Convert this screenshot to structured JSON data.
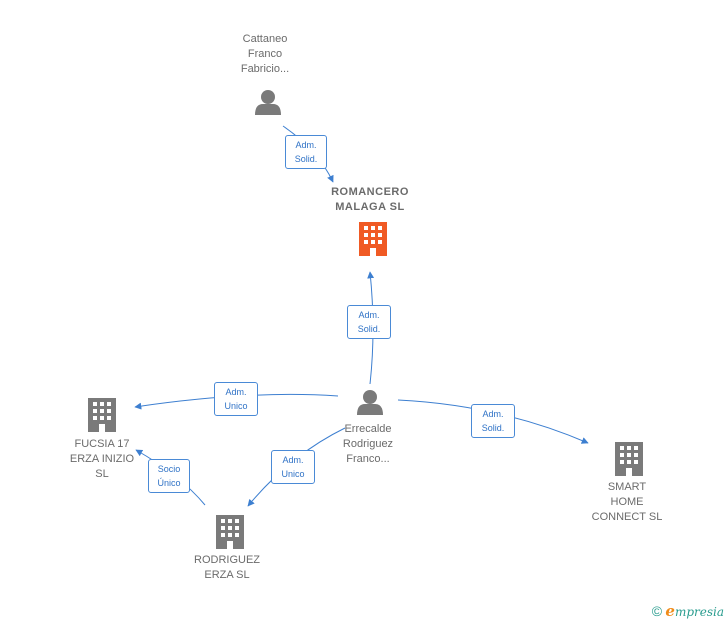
{
  "colors": {
    "edge": "#3d7fd0",
    "person_icon": "#7a7a7a",
    "company_icon": "#7a7a7a",
    "focus_company_icon": "#f05a24"
  },
  "nodes": {
    "cattaneo": {
      "label": "Cattaneo\nFranco\nFabricio...",
      "icon": "person-icon"
    },
    "romancero": {
      "label": "ROMANCERO\nMALAGA  SL",
      "icon": "building-icon"
    },
    "errecalde": {
      "label": "Errecalde\nRodriguez\nFranco...",
      "icon": "person-icon"
    },
    "fucsia": {
      "label": "FUCSIA 17\nERZA INIZIO\nSL",
      "icon": "building-icon"
    },
    "rodriguez_erza": {
      "label": "RODRIGUEZ\nERZA  SL",
      "icon": "building-icon"
    },
    "smart_home": {
      "label": "SMART\nHOME\nCONNECT  SL",
      "icon": "building-icon"
    }
  },
  "edges": {
    "cattaneo_romancero": "Adm.\nSolid.",
    "errecalde_romancero": "Adm.\nSolid.",
    "errecalde_fucsia": "Adm.\nUnico",
    "errecalde_smart": "Adm.\nSolid.",
    "errecalde_rodriguez": "Adm.\nUnico",
    "rodriguez_fucsia": "Socio\nÚnico"
  },
  "footer": {
    "copyright": "©",
    "brand_first": "e",
    "brand_rest": "mpresia"
  }
}
